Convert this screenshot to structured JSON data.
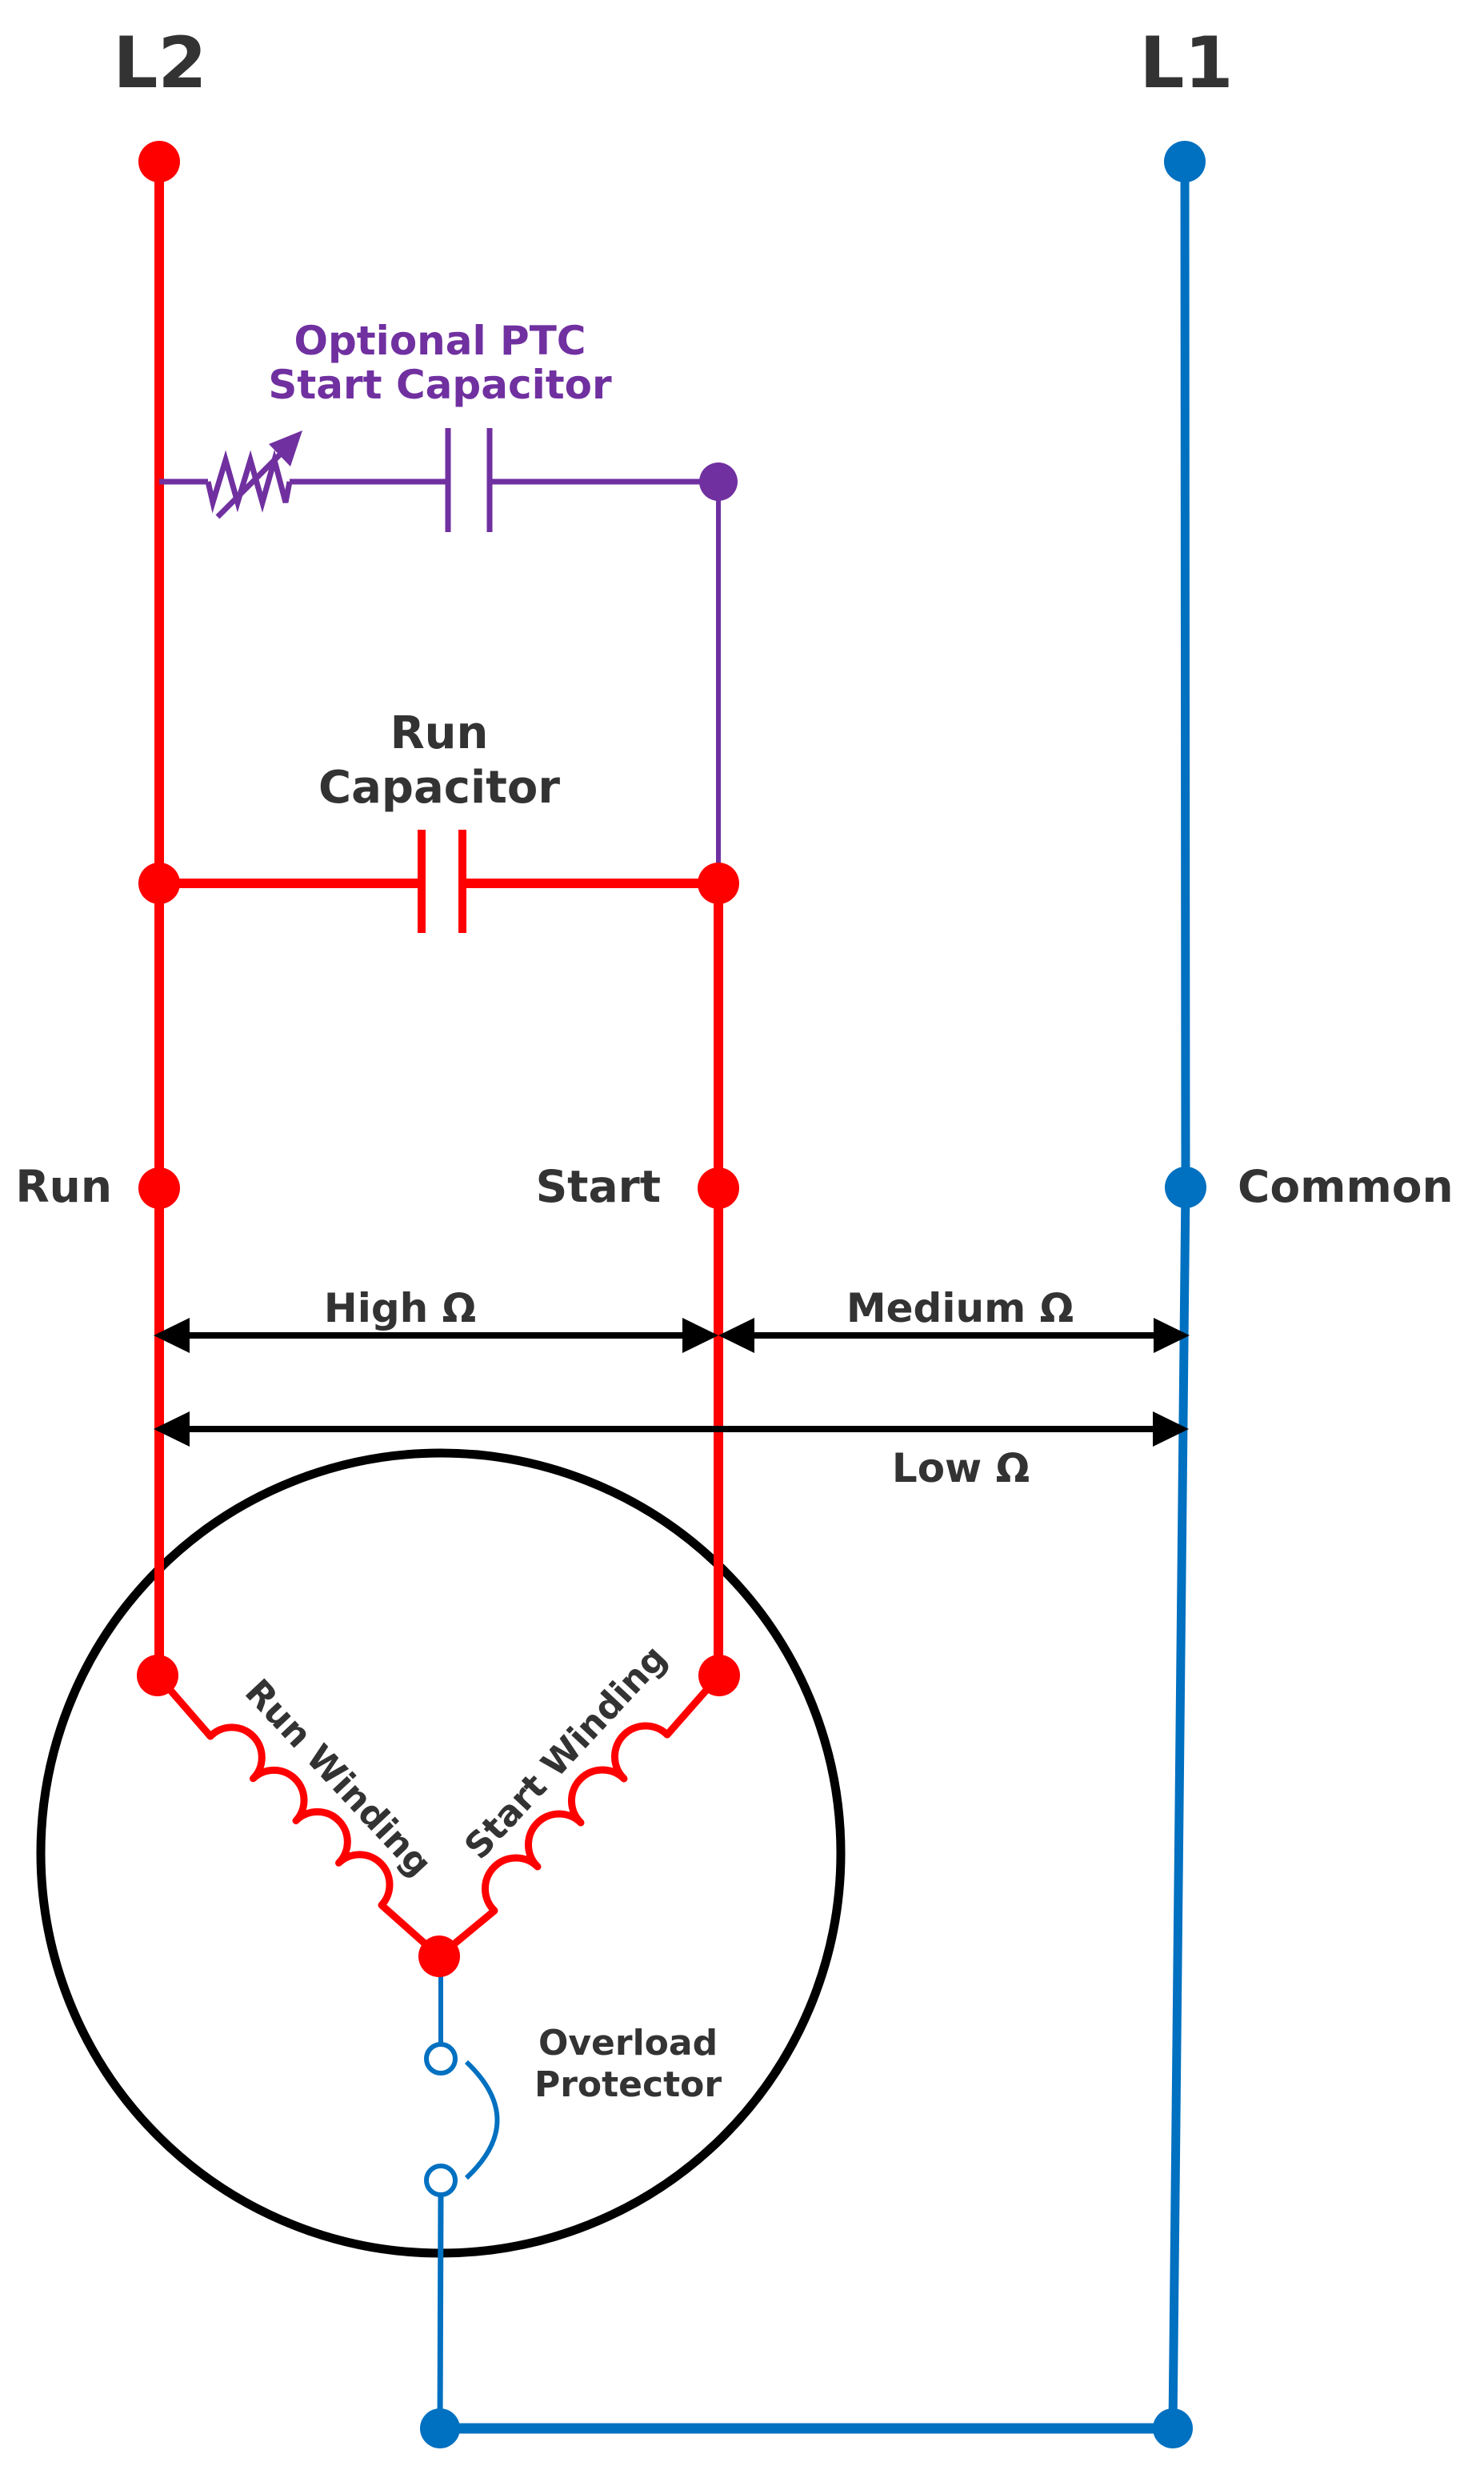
{
  "title": "Single-phase compressor motor wiring diagram",
  "colors": {
    "l2_wire": "#ff0000",
    "l1_wire": "#0070c0",
    "ptc": "#7030a0",
    "text": "#333333",
    "arrow": "#000000",
    "motor_outline": "#000000",
    "background": "#ffffff"
  },
  "terminals": {
    "l2": "L2",
    "l1": "L1",
    "run": "Run",
    "start": "Start",
    "common": "Common"
  },
  "components": {
    "ptc_label_line1": "Optional PTC",
    "ptc_label_line2": "Start Capacitor",
    "run_cap_label_line1": "Run",
    "run_cap_label_line2": "Capacitor",
    "run_winding": "Run Winding",
    "start_winding": "Start Winding",
    "overload_line1": "Overload",
    "overload_line2": "Protector"
  },
  "resistance": {
    "run_start": "High Ω",
    "start_common": "Medium Ω",
    "run_common": "Low Ω"
  }
}
